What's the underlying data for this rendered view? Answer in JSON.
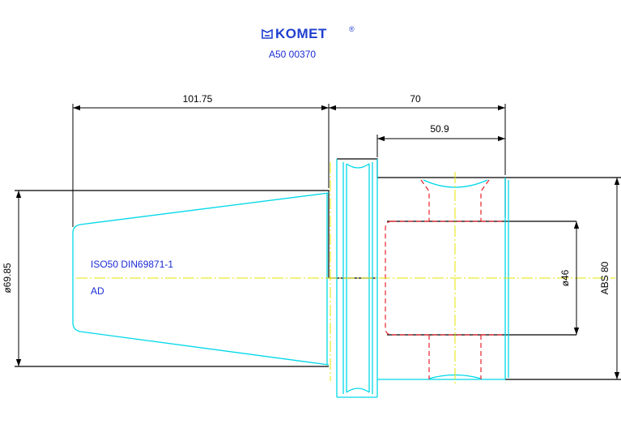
{
  "brand": {
    "name": "KOMET",
    "mark": "®",
    "part_number": "A50 00370"
  },
  "dimensions": {
    "taper_length": "101.75",
    "flange_to_end": "70",
    "bore_depth": "50.9",
    "taper_diameter": "ø69.85",
    "bore_diameter": "ø46",
    "outer_diameter": "ABS 80"
  },
  "annotations": {
    "standard": "ISO50 DIN69871-1",
    "coolant": "AD"
  },
  "colors": {
    "outline": "#000000",
    "contour": "#00d8e8",
    "centerline": "#e6e600",
    "hidden": "#e8222a",
    "label": "#1b2bd6",
    "brand": "#1f3fd0"
  }
}
